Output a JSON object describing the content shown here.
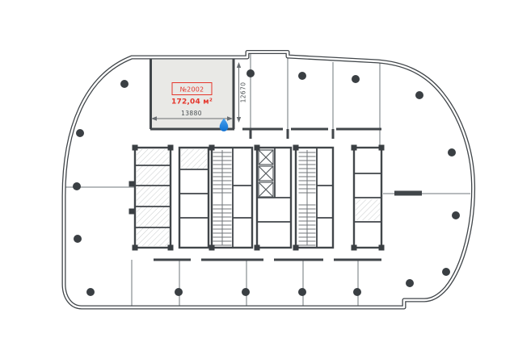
{
  "plan": {
    "unit": {
      "number": "№2002",
      "area": "172,04 м²"
    },
    "dimensions": {
      "width": "13880",
      "height": "12670"
    },
    "colors": {
      "wall": "#41464a",
      "partition": "#b7bbbd",
      "unit_fill": "#e9e9e6",
      "accent_red": "#e5352b",
      "marker_blue_top": "#4aa3f0",
      "marker_blue_bottom": "#0d6fd0",
      "column": "#3a3f43"
    },
    "icons": {
      "marker": "water-drop-icon"
    }
  }
}
